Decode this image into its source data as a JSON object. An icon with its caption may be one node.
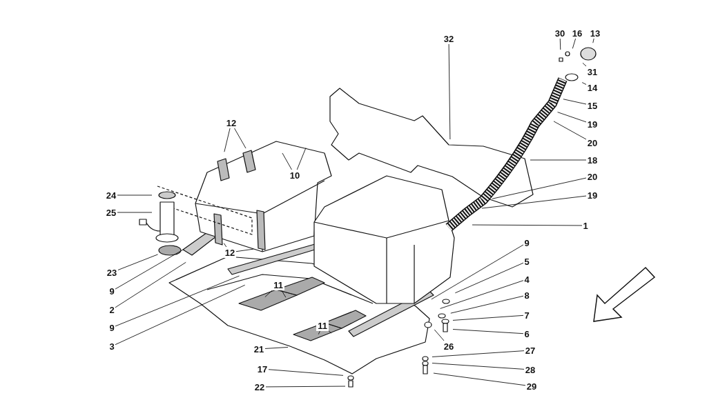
{
  "diagram": {
    "nodes": [
      {
        "text": [
          "32"
        ]
      },
      {
        "text": [
          "30"
        ]
      },
      {
        "text": [
          "16"
        ]
      },
      {
        "text": [
          "13"
        ]
      },
      {
        "text": [
          "31"
        ]
      },
      {
        "text": [
          "14"
        ]
      },
      {
        "text": [
          "15"
        ]
      },
      {
        "text": [
          "19"
        ]
      },
      {
        "text": [
          "20"
        ]
      },
      {
        "text": [
          "18"
        ]
      },
      {
        "text": [
          "20"
        ]
      },
      {
        "text": [
          "19"
        ]
      },
      {
        "text": [
          "1"
        ]
      },
      {
        "text": [
          "9"
        ]
      },
      {
        "text": [
          "5"
        ]
      },
      {
        "text": [
          "4"
        ]
      },
      {
        "text": [
          "8"
        ]
      },
      {
        "text": [
          "7"
        ]
      },
      {
        "text": [
          "6"
        ]
      },
      {
        "text": [
          "26"
        ]
      },
      {
        "text": [
          "27"
        ]
      },
      {
        "text": [
          "28"
        ]
      },
      {
        "text": [
          "29"
        ]
      },
      {
        "text": [
          "12"
        ]
      },
      {
        "text": [
          "10"
        ]
      },
      {
        "text": [
          "24"
        ]
      },
      {
        "text": [
          "25"
        ]
      },
      {
        "text": [
          "23"
        ]
      },
      {
        "text": [
          "9"
        ]
      },
      {
        "text": [
          "2"
        ]
      },
      {
        "text": [
          "12"
        ]
      },
      {
        "text": [
          "11"
        ]
      },
      {
        "text": [
          "11"
        ]
      },
      {
        "text": [
          "9"
        ]
      },
      {
        "text": [
          "3"
        ]
      },
      {
        "text": [
          "21"
        ]
      },
      {
        "text": [
          "17"
        ]
      },
      {
        "text": [
          "22"
        ]
      }
    ],
    "edges": [
      {
        "from": 0,
        "to": null,
        "arrow": "none"
      },
      {
        "from": 1,
        "to": null,
        "arrow": "none"
      },
      {
        "from": 2,
        "to": null,
        "arrow": "none"
      },
      {
        "from": 3,
        "to": null,
        "arrow": "none"
      },
      {
        "from": 4,
        "to": null,
        "arrow": "none"
      },
      {
        "from": 5,
        "to": null,
        "arrow": "none"
      },
      {
        "from": 6,
        "to": null,
        "arrow": "none"
      },
      {
        "from": 7,
        "to": null,
        "arrow": "none"
      },
      {
        "from": 8,
        "to": null,
        "arrow": "none"
      },
      {
        "from": 9,
        "to": null,
        "arrow": "none"
      },
      {
        "from": 10,
        "to": null,
        "arrow": "none"
      },
      {
        "from": 11,
        "to": null,
        "arrow": "none"
      },
      {
        "from": 12,
        "to": null,
        "arrow": "none"
      },
      {
        "from": 13,
        "to": null,
        "arrow": "none"
      },
      {
        "from": 14,
        "to": null,
        "arrow": "none"
      },
      {
        "from": 15,
        "to": null,
        "arrow": "none"
      },
      {
        "from": 16,
        "to": null,
        "arrow": "none"
      },
      {
        "from": 17,
        "to": null,
        "arrow": "none"
      },
      {
        "from": 18,
        "to": null,
        "arrow": "none"
      },
      {
        "from": 19,
        "to": null,
        "arrow": "none"
      },
      {
        "from": 20,
        "to": null,
        "arrow": "none"
      },
      {
        "from": 21,
        "to": null,
        "arrow": "none"
      },
      {
        "from": 22,
        "to": null,
        "arrow": "none"
      },
      {
        "from": 23,
        "to": null,
        "arrow": "none"
      },
      {
        "from": 23,
        "to": null,
        "arrow": "none"
      },
      {
        "from": 24,
        "to": null,
        "arrow": "none"
      },
      {
        "from": 24,
        "to": null,
        "arrow": "none"
      },
      {
        "from": 25,
        "to": null,
        "arrow": "none"
      },
      {
        "from": 26,
        "to": null,
        "arrow": "none"
      },
      {
        "from": 27,
        "to": null,
        "arrow": "none"
      },
      {
        "from": 28,
        "to": null,
        "arrow": "none"
      },
      {
        "from": 29,
        "to": null,
        "arrow": "none"
      },
      {
        "from": 30,
        "to": null,
        "arrow": "none"
      },
      {
        "from": 30,
        "to": null,
        "arrow": "none"
      },
      {
        "from": 31,
        "to": null,
        "arrow": "none"
      },
      {
        "from": 31,
        "to": null,
        "arrow": "none"
      },
      {
        "from": 32,
        "to": null,
        "arrow": "none"
      },
      {
        "from": 32,
        "to": null,
        "arrow": "none"
      },
      {
        "from": 33,
        "to": null,
        "arrow": "none"
      },
      {
        "from": 34,
        "to": null,
        "arrow": "none"
      },
      {
        "from": 35,
        "to": null,
        "arrow": "none"
      },
      {
        "from": 36,
        "to": null,
        "arrow": "none"
      },
      {
        "from": 37,
        "to": null,
        "arrow": "none"
      }
    ]
  }
}
